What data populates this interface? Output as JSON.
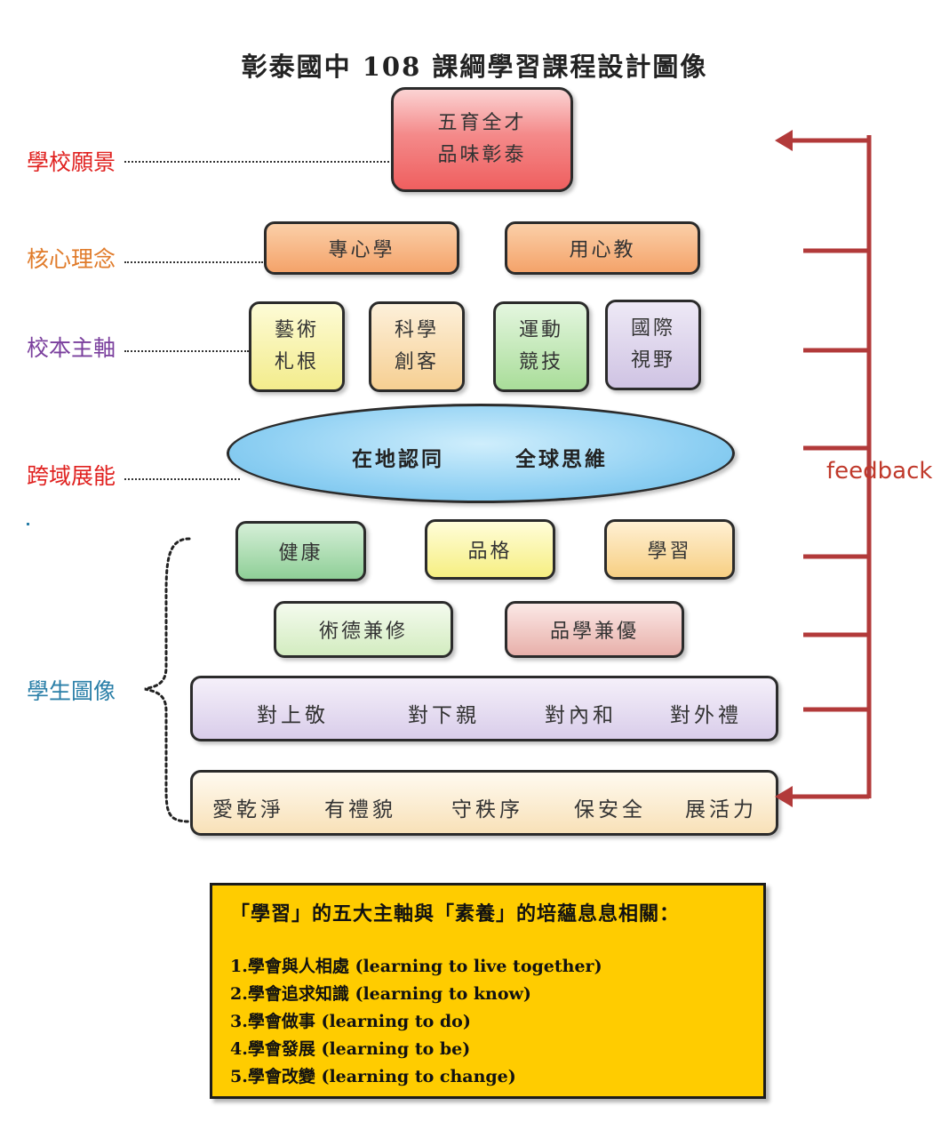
{
  "title": "彰泰國中 108 課綱學習課程設計圖像",
  "labels": {
    "vision": "學校願景",
    "core": "核心理念",
    "axis": "校本主軸",
    "cross": "跨域展能",
    "student": "學生圖像",
    "feedback": "feedback"
  },
  "vision": {
    "line1": "五育全才",
    "line2": "品味彰泰"
  },
  "core": {
    "left": "專心學",
    "right": "用心教"
  },
  "axes": [
    {
      "line1": "藝術",
      "line2": "札根"
    },
    {
      "line1": "科學",
      "line2": "創客"
    },
    {
      "line1": "運動",
      "line2": "競技"
    },
    {
      "line1": "國際",
      "line2": "視野"
    }
  ],
  "cross": {
    "left": "在地認同",
    "right": "全球思維"
  },
  "traits": [
    "健康",
    "品格",
    "學習"
  ],
  "dual": [
    "術德兼修",
    "品學兼優"
  ],
  "relations": [
    "對上敬",
    "對下親",
    "對內和",
    "對外禮"
  ],
  "habits": [
    "愛乾淨",
    "有禮貌",
    "守秩序",
    "保安全",
    "展活力"
  ],
  "info": {
    "heading": "「學習」的五大主軸與「素養」的培蘊息息相關：",
    "items": [
      "1.學會與人相處 (learning to live together)",
      "2.學會追求知識 (learning to know)",
      "3.學會做事 (learning to do)",
      "4.學會發展 (learning to be)",
      "5.學會改變 (learning to change)"
    ]
  },
  "colors": {
    "vision_label": "#e0211f",
    "core_label": "#e07b2a",
    "axis_label": "#7a3f9d",
    "cross_label": "#e0211f",
    "student_label": "#2a7fa8",
    "feedback": "#c0392b",
    "info_bg": "#ffcc00"
  }
}
